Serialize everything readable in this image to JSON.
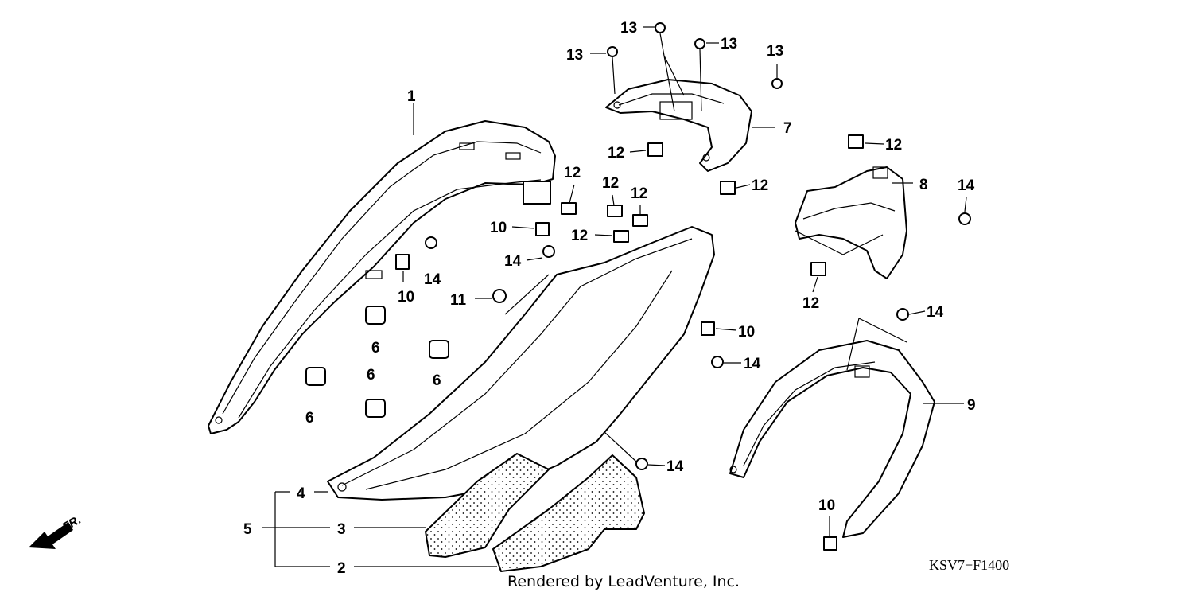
{
  "diagram": {
    "callouts": {
      "c1": "1",
      "c2": "2",
      "c3": "3",
      "c4": "4",
      "c5": "5",
      "c6a": "6",
      "c6b": "6",
      "c6c": "6",
      "c6d": "6",
      "c7": "7",
      "c8": "8",
      "c9": "9",
      "c10a": "10",
      "c10b": "10",
      "c10c": "10",
      "c10d": "10",
      "c11": "11",
      "c12a": "12",
      "c12b": "12",
      "c12c": "12",
      "c12d": "12",
      "c12e": "12",
      "c12f": "12",
      "c12g": "12",
      "c12h": "12",
      "c13a": "13",
      "c13b": "13",
      "c13c": "13",
      "c13d": "13",
      "c14a": "14",
      "c14b": "14",
      "c14c": "14",
      "c14d": "14",
      "c14e": "14",
      "c14f": "14"
    },
    "fr_label": "FR.",
    "diagram_code": "KSV7−F1400",
    "credit": "Rendered by LeadVenture, Inc."
  }
}
